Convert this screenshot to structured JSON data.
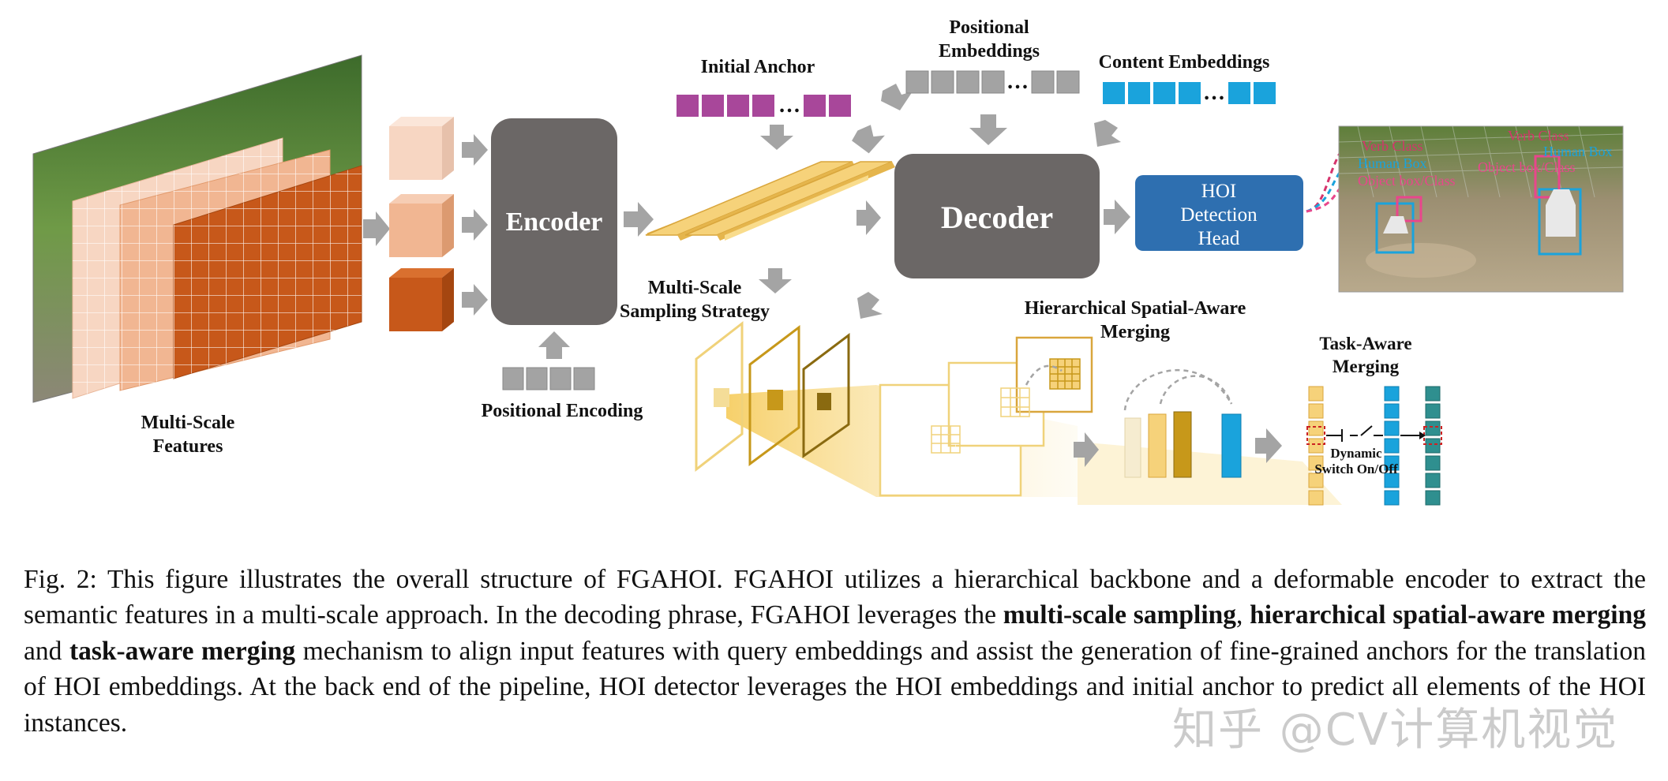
{
  "diagram": {
    "multi_scale_features": [
      "Multi-Scale",
      "Features"
    ],
    "encoder": "Encoder",
    "positional_encoding": "Positional Encoding",
    "initial_anchor": "Initial Anchor",
    "positional_embeddings": [
      "Positional",
      "Embeddings"
    ],
    "content_embeddings": "Content Embeddings",
    "multi_scale_sampling": [
      "Multi-Scale",
      "Sampling Strategy"
    ],
    "decoder": "Decoder",
    "hoi_head": [
      "HOI",
      "Detection",
      "Head"
    ],
    "hier_merging": [
      "Hierarchical Spatial-Aware",
      "Merging"
    ],
    "task_merging": [
      "Task-Aware",
      "Merging"
    ],
    "dynamic_switch": [
      "Dynamic",
      "Switch On/Off"
    ],
    "ellipsis": "…",
    "result_labels": {
      "verb_class": "Verb Class",
      "human_box": "Human Box",
      "object_box_class": "Object box/Class",
      "verb_class_right": "Verb Class",
      "human_box_right": "Human Box",
      "object_box_class_right": "Object box/Class"
    }
  },
  "caption": {
    "p1": "Fig. 2: This figure illustrates the overall structure of FGAHOI. FGAHOI utilizes a hierarchical backbone and a deformable encoder to extract the semantic features in a multi-scale approach. In the decoding phrase, FGAHOI leverages the ",
    "b1": "multi-scale sampling",
    "p2": ", ",
    "b2": "hierarchical spatial-aware merging",
    "p3": " and ",
    "b3": "task-aware merging",
    "p4": " mechanism to align input features with query embeddings and assist the generation of fine-grained anchors for the translation of HOI embeddings. At the back end of the pipeline, HOI detector leverages the HOI embeddings and initial anchor to predict all elements of the HOI instances."
  },
  "watermark": "知乎 @CV计算机视觉",
  "colors": {
    "encoder": "#6b6766",
    "decoder": "#6b6766",
    "hoi_head": "#2e6fb0",
    "anchor": "#a8479a",
    "content": "#1aa3dc",
    "position": "#a3a3a3",
    "sampling": "#f6d27a",
    "feature_dark": "#c7581a",
    "feature_mid": "#f1b692",
    "feature_light": "#f7d6c2"
  }
}
